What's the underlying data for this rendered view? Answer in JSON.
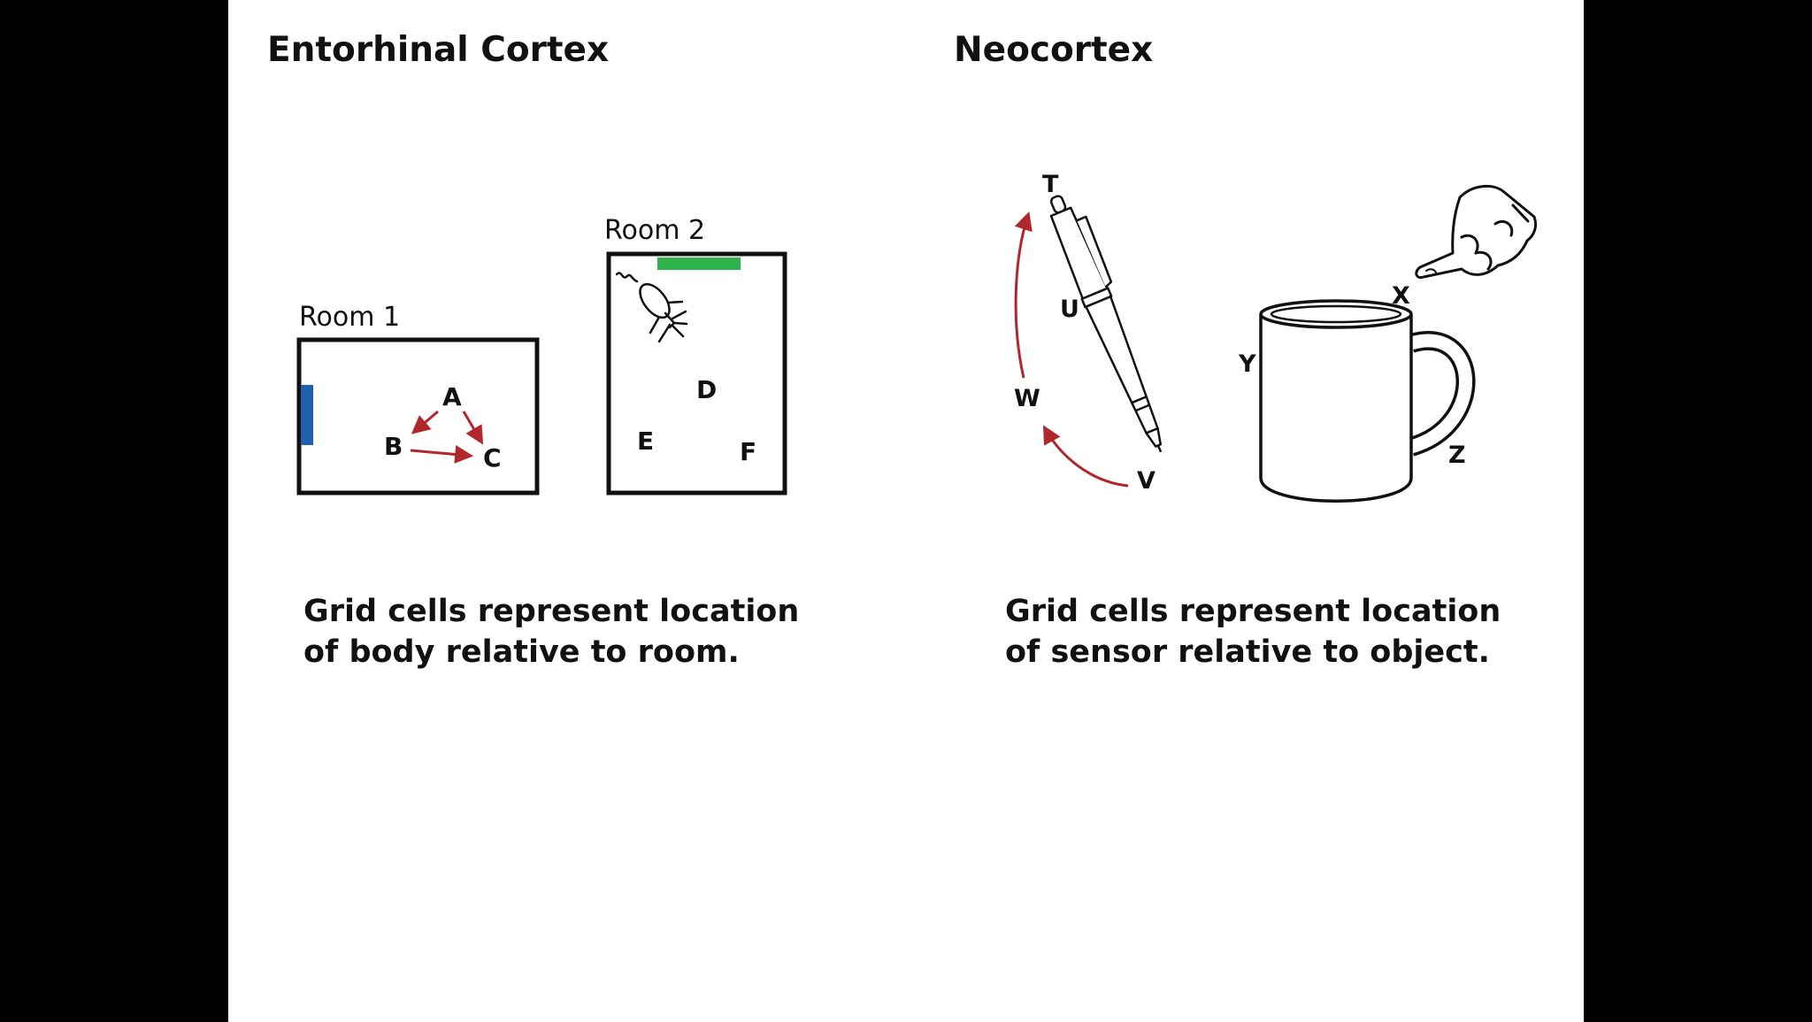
{
  "left": {
    "heading": "Entorhinal Cortex",
    "rooms": [
      {
        "label": "Room 1",
        "points": [
          "A",
          "B",
          "C"
        ]
      },
      {
        "label": "Room 2",
        "points": [
          "D",
          "E",
          "F"
        ]
      }
    ],
    "caption": [
      "Grid cells represent location",
      "of body relative to room."
    ]
  },
  "right": {
    "heading": "Neocortex",
    "pen_points": [
      "T",
      "U",
      "W",
      "V"
    ],
    "mug_points": [
      "X",
      "Y",
      "Z"
    ],
    "caption": [
      "Grid cells represent location",
      "of sensor relative to object."
    ]
  },
  "colors": {
    "arrow": "#b0282c",
    "room1_marker": "#1f5fad",
    "room2_marker": "#2db34a"
  }
}
